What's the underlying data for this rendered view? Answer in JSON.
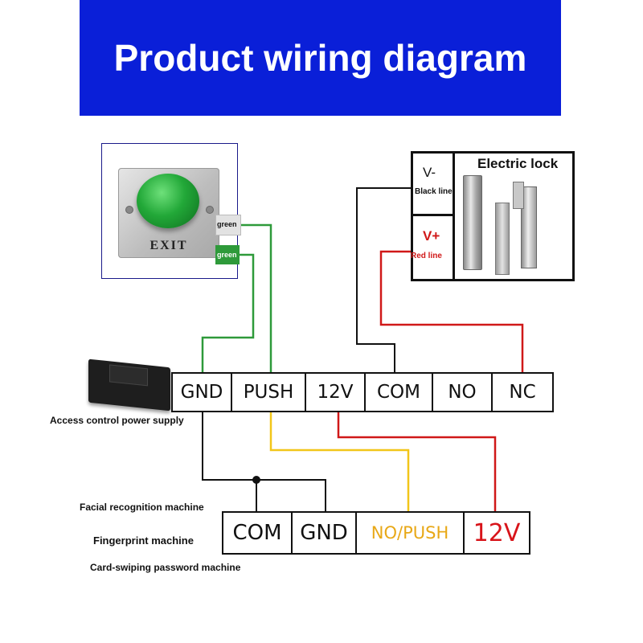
{
  "title": "Product wiring diagram",
  "exit_button": {
    "text": "EXIT",
    "wire_labels": [
      "green",
      "green"
    ]
  },
  "lock": {
    "title": "Electric lock",
    "v_minus": "V-",
    "v_minus_wire": "Black line",
    "v_plus": "V+",
    "v_plus_wire": "Red line"
  },
  "power_supply": {
    "label": "Access control power supply",
    "terminals": [
      "GND",
      "PUSH",
      "12V",
      "COM",
      "NO",
      "NC"
    ]
  },
  "devices": {
    "labels": [
      "Facial recognition machine",
      "Fingerprint machine",
      "Card-swiping password machine"
    ],
    "terminals": [
      "COM",
      "GND",
      "NO/PUSH",
      "12V"
    ]
  },
  "colors": {
    "banner": "#0a1fd8",
    "green_wire": "#2e9a3a",
    "black_wire": "#111111",
    "red_wire": "#d01818",
    "yellow_wire": "#f2c61a",
    "yellow_text": "#e8a817",
    "red_text": "#d8141a"
  }
}
